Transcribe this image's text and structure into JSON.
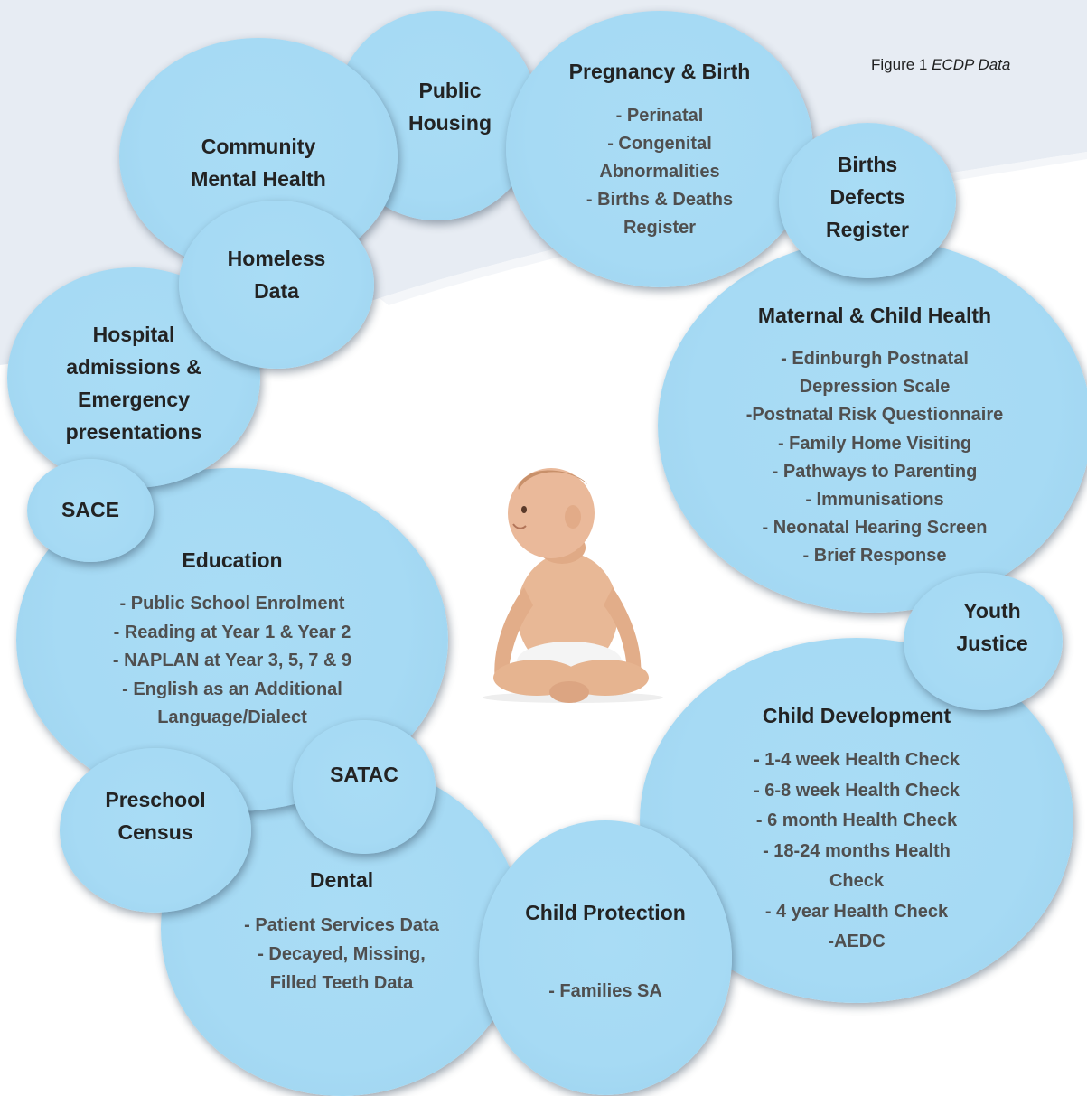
{
  "caption": {
    "prefix": "Figure 1 ",
    "italic": "ECDP Data"
  },
  "circles": {
    "public_housing": {
      "title": "Public Housing"
    },
    "pregnancy": {
      "title": "Pregnancy & Birth",
      "items": [
        "- Perinatal",
        "- Congenital",
        "Abnormalities",
        "- Births & Deaths",
        "Register"
      ]
    },
    "community_mh": {
      "title": "Community Mental Health"
    },
    "births_defects": {
      "title": "Births Defects Register"
    },
    "homeless": {
      "title": "Homeless Data"
    },
    "hospital": {
      "title": "Hospital admissions & Emergency presentations"
    },
    "maternal": {
      "title": "Maternal & Child Health",
      "items": [
        "- Edinburgh Postnatal",
        "Depression Scale",
        "-Postnatal Risk Questionnaire",
        "- Family Home Visiting",
        "- Pathways to Parenting",
        "- Immunisations",
        "- Neonatal Hearing Screen",
        "- Brief Response"
      ]
    },
    "sace": {
      "title": "SACE"
    },
    "education": {
      "title": "Education",
      "items": [
        "- Public School Enrolment",
        "- Reading at Year 1 & Year 2",
        "- NAPLAN at Year 3, 5, 7 & 9",
        "- English as an Additional",
        "Language/Dialect"
      ]
    },
    "youth_justice": {
      "title": "Youth Justice"
    },
    "child_dev": {
      "title": "Child Development",
      "items": [
        "- 1-4 week Health Check",
        "- 6-8 week Health Check",
        "- 6 month Health Check",
        "- 18-24 months Health",
        "Check",
        "- 4 year Health Check",
        "-AEDC"
      ]
    },
    "satac": {
      "title": "SATAC"
    },
    "preschool": {
      "title": "Preschool Census"
    },
    "dental": {
      "title": "Dental",
      "items": [
        "- Patient Services Data",
        "- Decayed, Missing,",
        "Filled Teeth Data"
      ]
    },
    "child_protection": {
      "title": "Child Protection",
      "items": [
        "- Families SA"
      ]
    }
  }
}
